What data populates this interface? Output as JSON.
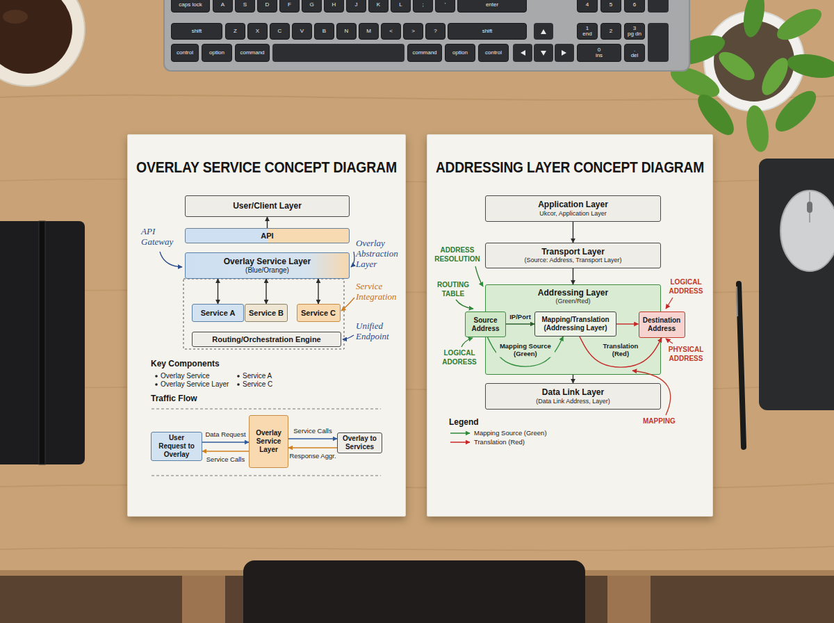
{
  "diagram": {
    "nodes": [
      {
        "text": [
          "caps lock"
        ]
      },
      {
        "text": [
          "A"
        ]
      },
      {
        "text": [
          "S"
        ]
      },
      {
        "text": [
          "D"
        ]
      },
      {
        "text": [
          "F"
        ]
      },
      {
        "text": [
          "G"
        ]
      },
      {
        "text": [
          "H"
        ]
      },
      {
        "text": [
          "J"
        ]
      },
      {
        "text": [
          "K"
        ]
      },
      {
        "text": [
          "L"
        ]
      },
      {
        "text": [
          ";"
        ]
      },
      {
        "text": [
          "'"
        ]
      },
      {
        "text": [
          "enter"
        ]
      },
      {
        "text": [
          "4"
        ]
      },
      {
        "text": [
          "5"
        ]
      },
      {
        "text": [
          "6"
        ]
      },
      {
        "text": [
          "shift"
        ]
      },
      {
        "text": [
          "Z"
        ]
      },
      {
        "text": [
          "X"
        ]
      },
      {
        "text": [
          "C"
        ]
      },
      {
        "text": [
          "V"
        ]
      },
      {
        "text": [
          "B"
        ]
      },
      {
        "text": [
          "N"
        ]
      },
      {
        "text": [
          "M"
        ]
      },
      {
        "text": [
          "<"
        ]
      },
      {
        "text": [
          ">"
        ]
      },
      {
        "text": [
          "?"
        ]
      },
      {
        "text": [
          "shift"
        ]
      },
      {
        "text": [
          "1",
          "end"
        ]
      },
      {
        "text": [
          "2"
        ]
      },
      {
        "text": [
          "3",
          "pg dn"
        ]
      },
      {
        "text": [
          "control"
        ]
      },
      {
        "text": [
          "option"
        ]
      },
      {
        "text": [
          "command"
        ]
      },
      {
        "text": [
          "command"
        ]
      },
      {
        "text": [
          "option"
        ]
      },
      {
        "text": [
          "control"
        ]
      },
      {
        "text": [
          "0",
          "ins"
        ]
      },
      {
        "text": [
          ".",
          "del"
        ]
      },
      {
        "text": [
          "OVERLAY SERVICE CONCEPT DIAGRAM"
        ]
      },
      {
        "text": [
          "User/Client Layer"
        ],
        "in": 39
      },
      {
        "text": [
          "API"
        ],
        "in": 39
      },
      {
        "text": [
          "Overlay Service Layer",
          "(Blue/Orange)"
        ],
        "in": 39
      },
      {
        "text": [
          "Service A"
        ],
        "in": 39
      },
      {
        "text": [
          "Service B"
        ],
        "in": 39
      },
      {
        "text": [
          "Service C"
        ],
        "in": 39
      },
      {
        "text": [
          "Routing/Orchestration Engine"
        ],
        "in": 39
      },
      {
        "text": [
          "User Request to Overlay"
        ],
        "in": 39
      },
      {
        "text": [
          "Overlay Service Layer"
        ],
        "in": 39
      },
      {
        "text": [
          "Overlay to Services"
        ],
        "in": 39
      },
      {
        "text": [
          "ADDRESSING LAYER CONCEPT DIAGRAM"
        ]
      },
      {
        "text": [
          "Application Layer",
          "Ukcor, Application Layer"
        ],
        "in": 50
      },
      {
        "text": [
          "Transport Layer",
          "(Source: Address, Transport Layer)"
        ],
        "in": 50
      },
      {
        "text": [
          "Addressing Layer",
          "(Green/Red)"
        ],
        "in": 50
      },
      {
        "text": [
          "Source Address"
        ],
        "in": 53
      },
      {
        "text": [
          "Mapping/Translation (Addressing Layer)"
        ],
        "in": 53
      },
      {
        "text": [
          "Destination Address"
        ],
        "in": 53
      },
      {
        "text": [
          "Data Link Layer",
          "(Data Link Address, Layer)"
        ],
        "in": 50
      }
    ],
    "edges": [
      {
        "from": 41,
        "to": 40,
        "arrow": "to"
      },
      {
        "from": 42,
        "to": 43,
        "arrow": "both"
      },
      {
        "from": 42,
        "to": 44,
        "arrow": "both"
      },
      {
        "from": 42,
        "to": 45,
        "arrow": "both"
      },
      {
        "from": 47,
        "to": 48,
        "label": "Data Request",
        "arrow": "to"
      },
      {
        "from": 48,
        "to": 47,
        "label": "Service Calls",
        "arrow": "to"
      },
      {
        "from": 48,
        "to": 49,
        "label": "Service Calls",
        "arrow": "to"
      },
      {
        "from": 49,
        "to": 48,
        "label": "Response Aggr.",
        "arrow": "to"
      },
      {
        "from": 51,
        "to": 52,
        "arrow": "to"
      },
      {
        "from": 52,
        "to": 53,
        "arrow": "to"
      },
      {
        "from": 53,
        "to": 57,
        "arrow": "to"
      },
      {
        "from": 54,
        "to": 55,
        "label": "IP/Port",
        "arrow": "to"
      },
      {
        "from": 55,
        "to": 56,
        "arrow": "to"
      },
      {
        "from": 54,
        "to": 55,
        "label": "Mapping Source (Green)",
        "arrow": "to"
      },
      {
        "from": 55,
        "to": 56,
        "label": "Translation (Red)",
        "arrow": "to"
      }
    ],
    "labels": [
      "API Gateway",
      "Overlay Abstraction Layer",
      "Service Integration",
      "Unified Endpoint",
      "Key Components",
      "Overlay Service",
      "Overlay Service Layer",
      "Service A",
      "Service C",
      "Traffic Flow",
      "ADDRESS RESOLUTION",
      "ROUTING TABLE",
      "LOGICAL ADORESS",
      "LOGICAL ADDRESS",
      "PHYSICAL ADDRESS",
      "MAPPING",
      "Legend"
    ],
    "legend": [
      {
        "text": "Mapping Source (Green)"
      },
      {
        "text": "Translation (Red)"
      }
    ]
  }
}
